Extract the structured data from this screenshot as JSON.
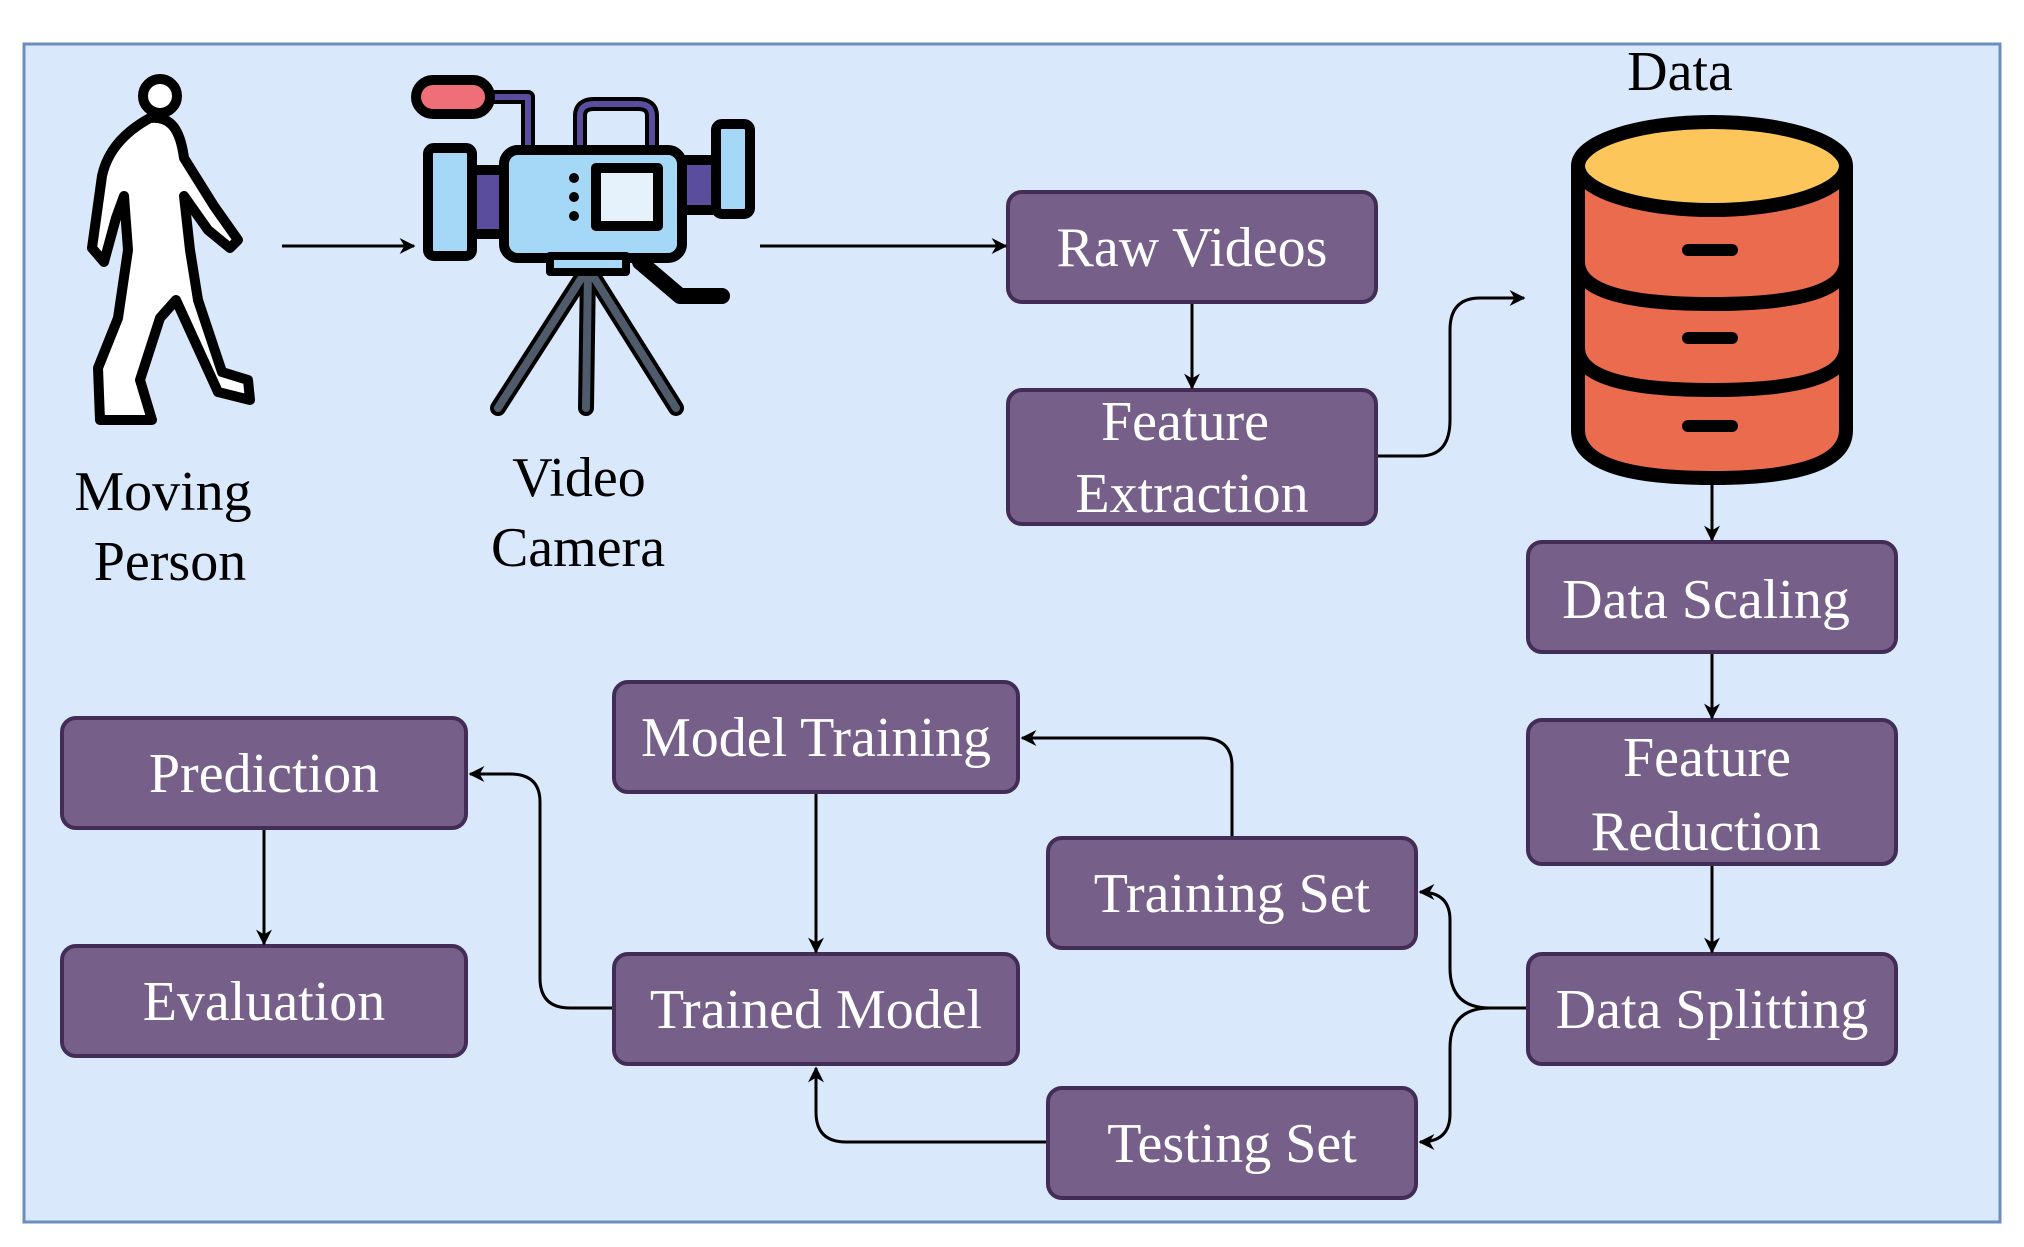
{
  "colors": {
    "background": "#dae8fc",
    "frame": "#6c8ebf",
    "box_fill": "#76608a",
    "box_stroke": "#432d57",
    "box_text": "#ffffff",
    "label_text": "#000000",
    "db_body": "#ea6b4e",
    "db_top": "#fcc65a"
  },
  "icons": {
    "person": "walking-person-icon",
    "camera": "video-camera-icon",
    "database": "database-icon"
  },
  "labels": {
    "person": [
      "Moving",
      "Person"
    ],
    "camera": [
      "Video",
      "Camera"
    ],
    "database": "Data"
  },
  "boxes": {
    "raw_videos": [
      "Raw Videos"
    ],
    "feature_extraction": [
      "Feature",
      "Extraction"
    ],
    "data_scaling": [
      "Data Scaling"
    ],
    "feature_reduction": [
      "Feature",
      "Reduction"
    ],
    "data_splitting": [
      "Data Splitting"
    ],
    "training_set": [
      "Training Set"
    ],
    "testing_set": [
      "Testing Set"
    ],
    "model_training": [
      "Model Training"
    ],
    "trained_model": [
      "Trained Model"
    ],
    "prediction": [
      "Prediction"
    ],
    "evaluation": [
      "Evaluation"
    ]
  }
}
